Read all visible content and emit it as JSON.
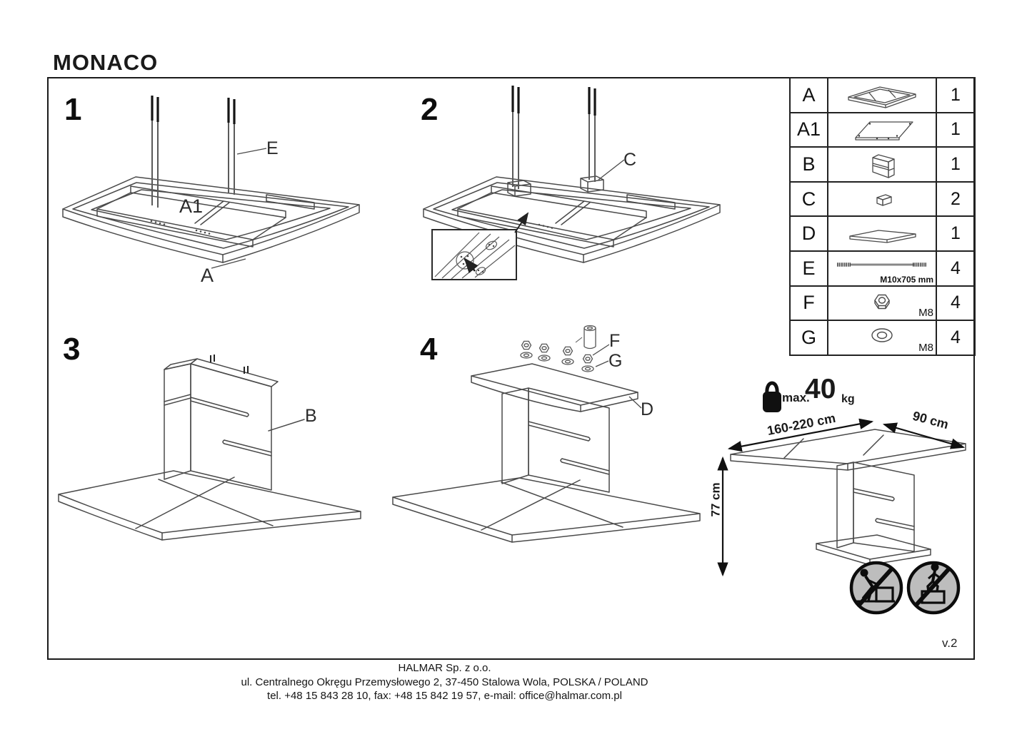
{
  "title": "MONACO",
  "version": "v.2",
  "steps": [
    {
      "number": "1",
      "labels": [
        "E",
        "A1",
        "A"
      ]
    },
    {
      "number": "2",
      "labels": [
        "C"
      ]
    },
    {
      "number": "3",
      "labels": [
        "B"
      ]
    },
    {
      "number": "4",
      "labels": [
        "F",
        "G",
        "D"
      ]
    }
  ],
  "parts": {
    "rows": [
      {
        "letter": "A",
        "icon": "tabletop-frame-icon",
        "qty": "1",
        "spec": ""
      },
      {
        "letter": "A1",
        "icon": "insert-panel-icon",
        "qty": "1",
        "spec": ""
      },
      {
        "letter": "B",
        "icon": "pedestal-column-icon",
        "qty": "1",
        "spec": ""
      },
      {
        "letter": "C",
        "icon": "spacer-block-icon",
        "qty": "2",
        "spec": ""
      },
      {
        "letter": "D",
        "icon": "base-plate-icon",
        "qty": "1",
        "spec": ""
      },
      {
        "letter": "E",
        "icon": "threaded-rod-icon",
        "qty": "4",
        "spec": "M10x705 mm"
      },
      {
        "letter": "F",
        "icon": "nut-icon",
        "qty": "4",
        "spec": "M8"
      },
      {
        "letter": "G",
        "icon": "washer-icon",
        "qty": "4",
        "spec": "M8"
      }
    ]
  },
  "specs": {
    "max_load_prefix": "max.",
    "max_load_value": "40",
    "max_load_unit": "kg",
    "length": "160-220 cm",
    "width": "90 cm",
    "height": "77 cm"
  },
  "warning_icons": [
    "no-pushing-furniture",
    "no-standing-on-furniture"
  ],
  "footer": {
    "company": "HALMAR Sp. z o.o.",
    "address": "ul. Centralnego Okręgu Przemysłowego 2, 37-450 Stalowa Wola, POLSKA / POLAND",
    "contact": "tel. +48 15 843 28 10, fax: +48 15 842 19 57, e-mail: office@halmar.com.pl"
  },
  "colors": {
    "line": "#4a4a4a",
    "text": "#1a1a1a",
    "warning_fill": "#bdbdbd"
  }
}
